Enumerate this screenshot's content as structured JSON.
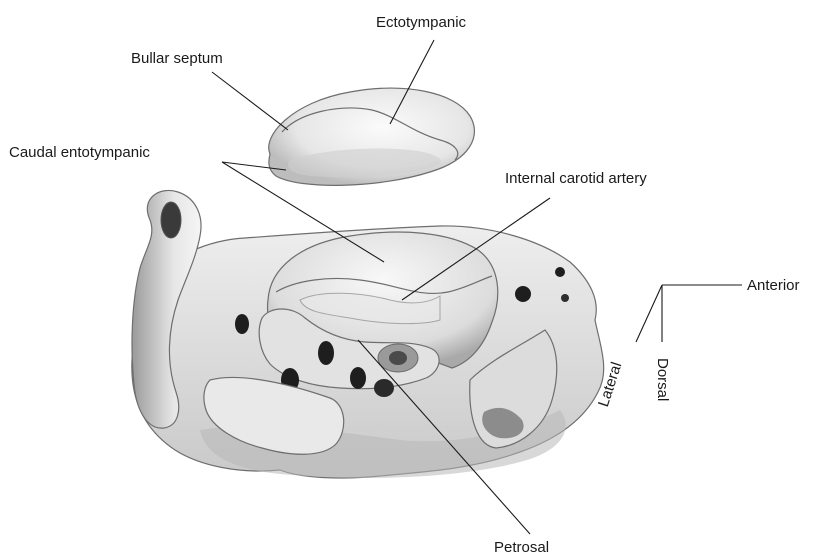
{
  "labels": {
    "ectotympanic": "Ectotympanic",
    "bullar_septum": "Bullar septum",
    "caudal_entotympanic": "Caudal entotympanic",
    "internal_carotid_artery": "Internal carotid artery",
    "petrosal": "Petrosal"
  },
  "orientation": {
    "anterior": "Anterior",
    "lateral": "Lateral",
    "dorsal": "Dorsal"
  },
  "colors": {
    "ink": "#1a1a1a",
    "bone_light": "#f2f2f2",
    "bone_mid": "#d9d9d9",
    "bone_dark": "#a8a8a8",
    "foramen": "#222222"
  }
}
